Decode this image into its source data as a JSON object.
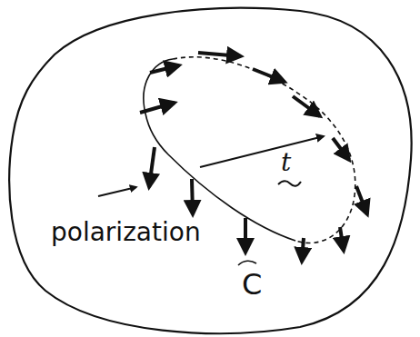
{
  "diagram": {
    "labels": [
      "t",
      "polarization",
      "C"
    ]
  }
}
